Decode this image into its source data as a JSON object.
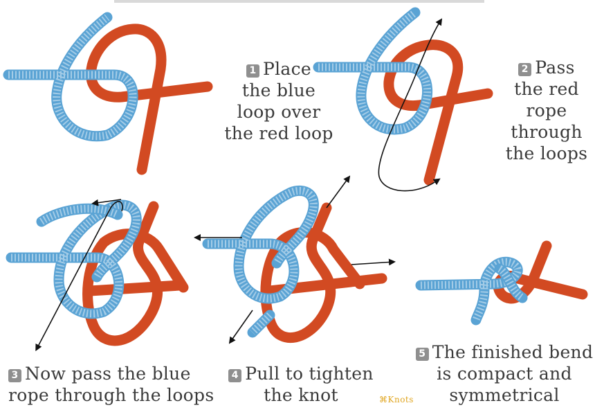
{
  "colors": {
    "red_rope": "#d24a22",
    "blue_rope": "#5aa3d4",
    "arrow": "#111111",
    "watermark": "#e0a51f"
  },
  "steps": [
    {
      "number": "1",
      "lines": [
        "Place",
        "the blue",
        "loop over",
        "the red loop"
      ]
    },
    {
      "number": "2",
      "lines": [
        "Pass",
        "the red",
        "rope",
        "through",
        "the loops"
      ]
    },
    {
      "number": "3",
      "lines": [
        "Now pass the blue",
        "rope through the loops"
      ]
    },
    {
      "number": "4",
      "lines": [
        "Pull to tighten",
        "the knot"
      ]
    },
    {
      "number": "5",
      "lines": [
        "The finished bend",
        "is compact and",
        "symmetrical"
      ]
    }
  ],
  "watermark": "⌘Knots"
}
